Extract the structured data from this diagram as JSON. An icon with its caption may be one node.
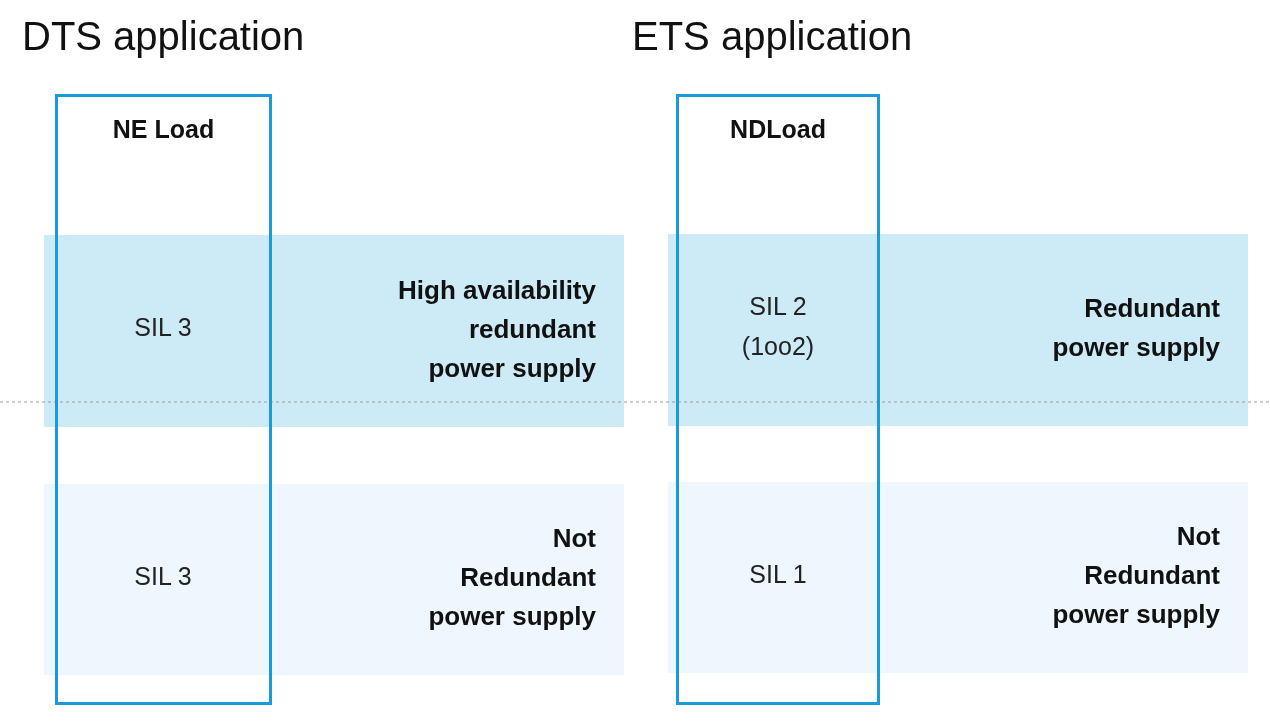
{
  "diagram": {
    "nodes": [
      {
        "text": [
          "NE Load"
        ]
      },
      {
        "text": [
          "SIL 3",
          "High availability redundant power supply"
        ]
      },
      {
        "text": [
          "SIL 3",
          "Not Redundant power supply"
        ]
      },
      {
        "text": [
          "NDLoad"
        ]
      },
      {
        "text": [
          "SIL 2 (1oo2)",
          "Redundant power supply"
        ]
      },
      {
        "text": [
          "SIL 1",
          "Not Redundant power supply"
        ]
      }
    ],
    "labels": [
      "DTS application",
      "ETS application"
    ]
  }
}
